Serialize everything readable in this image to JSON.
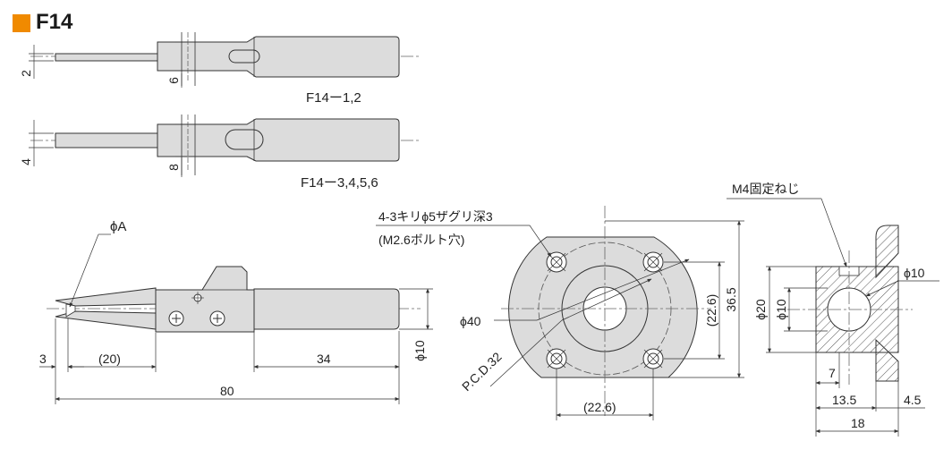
{
  "title": "F14",
  "colors": {
    "accent": "#f08a00",
    "part_fill": "#dcdcdc",
    "line": "#333333",
    "center_line": "#555555"
  },
  "top_views": [
    {
      "variant_label": "F14ー1,2",
      "tip_dim": "2",
      "body_dim": "6"
    },
    {
      "variant_label": "F14ー3,4,5,6",
      "tip_dim": "4",
      "body_dim": "8"
    }
  ],
  "side_view": {
    "phiA_label": "ϕA",
    "dim_tip": "3",
    "dim_20": "(20)",
    "dim_34": "34",
    "dim_80": "80",
    "dim_phi10": "ϕ10"
  },
  "flange_view": {
    "holes_note_line1": "4-3キリϕ5ザグリ深3",
    "holes_note_line2": "(M2.6ボルト穴)",
    "dim_phi40": "ϕ40",
    "dim_pcd": "P.C.D.32",
    "dim_226_h": "(22.6)",
    "dim_226_v": "(22.6)",
    "dim_365": "36.5"
  },
  "section_view": {
    "screw_note": "M4固定ねじ",
    "dim_phi10_right": "ϕ10",
    "dim_phi20": "ϕ20",
    "dim_phi10_inner": "ϕ10",
    "dim_7": "7",
    "dim_135": "13.5",
    "dim_45": "4.5",
    "dim_18": "18"
  }
}
